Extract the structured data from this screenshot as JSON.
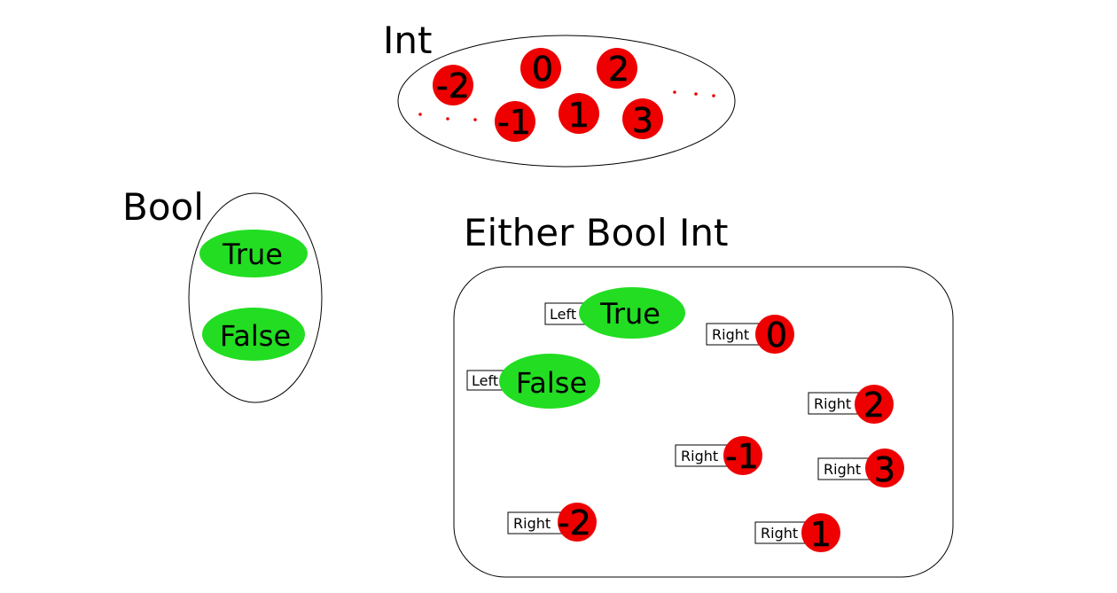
{
  "titles": {
    "int": "Int",
    "bool": "Bool",
    "either": "Either Bool Int"
  },
  "int_set": {
    "values": [
      "-2",
      "0",
      "2",
      "-1",
      "1",
      "3"
    ]
  },
  "bool_set": {
    "values": [
      "True",
      "False"
    ]
  },
  "either_set": {
    "items": [
      {
        "tag": "Left",
        "value": "True"
      },
      {
        "tag": "Right",
        "value": "0"
      },
      {
        "tag": "Left",
        "value": "False"
      },
      {
        "tag": "Right",
        "value": "2"
      },
      {
        "tag": "Right",
        "value": "-1"
      },
      {
        "tag": "Right",
        "value": "3"
      },
      {
        "tag": "Right",
        "value": "-2"
      },
      {
        "tag": "Right",
        "value": "1"
      }
    ]
  },
  "colors": {
    "int_value": "#ee0000",
    "bool_value": "#22dd22",
    "ellipsis_dots": "#ee0000",
    "outline": "#000000"
  }
}
